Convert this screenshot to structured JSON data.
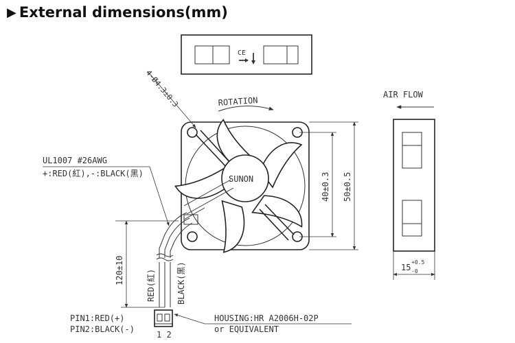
{
  "heading": {
    "marker": "▶",
    "text": "External dimensions(mm)"
  },
  "label_box": {
    "mark": "CE",
    "icon": "arrow-down-right-icon"
  },
  "annotations": {
    "hole_spec": "4-Ø4.3±0.3",
    "rotation": "ROTATION",
    "air_flow": "AIR FLOW",
    "brand": "SUNON",
    "wire_type": "UL1007  #26AWG",
    "wire_colors": "+:RED(紅),-:BLACK(黑)",
    "hole_pitch": "40±0.3",
    "fan_size": "50±0.5",
    "lead_length": "120±10",
    "red_wire": "RED(紅)",
    "black_wire": "BLACK(黑)",
    "pin1": "PIN1:RED(+)",
    "pin2": "PIN2:BLACK(-)",
    "pin_numbers": "1 2",
    "housing": "HOUSING:HR  A2006H-02P",
    "equivalent": "or  EQUIVALENT",
    "thickness_base": "15",
    "thickness_upper": "+0.5",
    "thickness_lower": "-0"
  }
}
